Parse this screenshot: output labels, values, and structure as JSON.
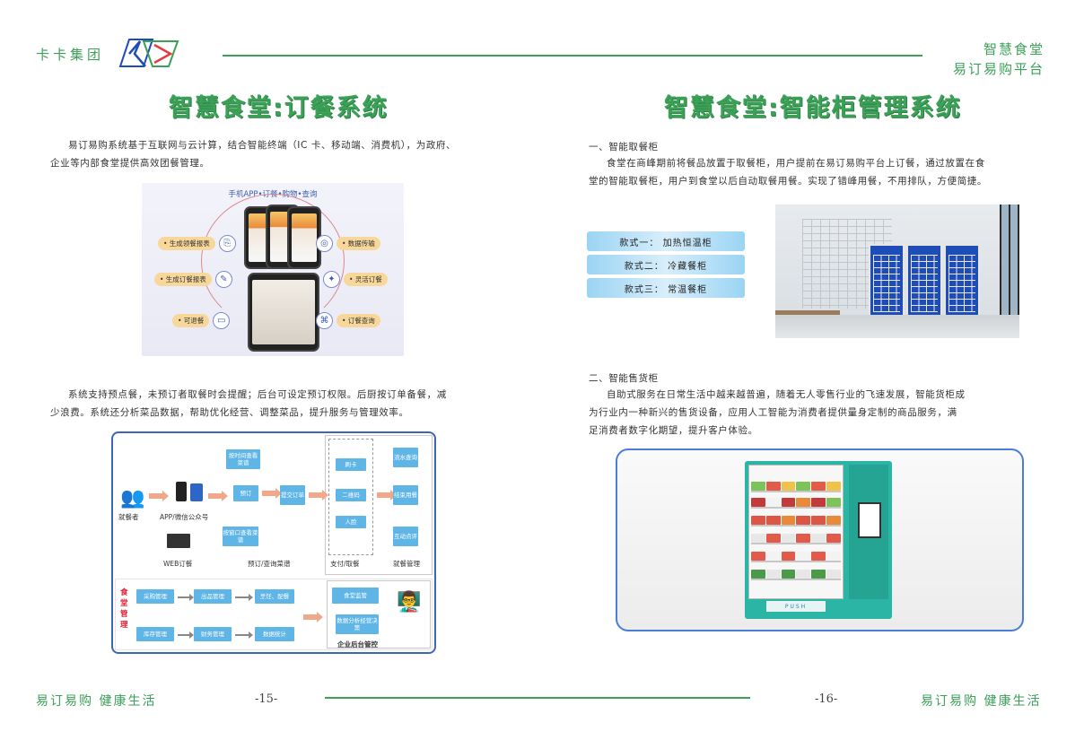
{
  "header": {
    "brand": "卡卡集团",
    "right_line1": "智慧食堂",
    "right_line2": "易订易购平台"
  },
  "left_page": {
    "title": "智慧食堂:订餐系统",
    "intro_line1": "易订易购系统基于互联网与云计算，结合智能终端（IC 卡、移动端、消费机），为政府、",
    "intro_line2": "企业等内部食堂提供高效团餐管理。",
    "illustration": {
      "caption": "手机APP•订餐•购物•查询",
      "features_left": [
        "• 生成领餐报表",
        "• 生成订餐报表",
        "• 可退餐"
      ],
      "features_right": [
        "• 数据传输",
        "• 灵活订餐",
        "• 订餐查询"
      ]
    },
    "para2_line1": "系统支持预点餐，未预订者取餐时会提醒；后台可设定预订权限。后厨按订单备餐，减",
    "para2_line2": "少浪费。系统还分析菜品数据，帮助优化经营、调整菜品，提升服务与管理效率。",
    "flow": {
      "diner": "就餐者",
      "app": "APP/微信公众号",
      "web": "WEB订餐",
      "box_time_menu": "按时间查看菜谱",
      "box_order": "预订",
      "box_submit": "提交订单",
      "box_window_menu": "按窗口查看菜谱",
      "label_order_query": "预订/查询菜谱",
      "box_card": "刷卡",
      "box_qr": "二维码",
      "box_face": "人脸",
      "label_pay": "支付/取餐",
      "box_flow_query": "流水查询",
      "box_end_meal": "结束用餐",
      "box_review": "互动点评",
      "label_dining": "就餐管理",
      "canteen_mgmt": [
        "食",
        "堂",
        "管",
        "理"
      ],
      "box_purchase": "采购管理",
      "box_outbound": "出品管理",
      "box_cook": "烹饪、配餐",
      "box_inventory": "库存管理",
      "box_finance": "财务管理",
      "box_stats": "数据统计",
      "box_supervise": "食堂监管",
      "box_analysis": "数据分析经营决策",
      "label_backend": "企业后台管控"
    },
    "footer_slogan": "易订易购  健康生活",
    "page_number": "-15-"
  },
  "right_page": {
    "title": "智慧食堂:智能柜管理系统",
    "section1_head": "一、智能取餐柜",
    "section1_line1": "食堂在商峰期前将餐品放置于取餐柜，用户提前在易订易购平台上订餐，通过放置在食",
    "section1_line2": "堂的智能取餐柜，用户到食堂以后自动取餐用餐。实现了错峰用餐，不用排队，方便简捷。",
    "styles": [
      "款式一：  加热恒温柜",
      "款式二：  冷藏餐柜",
      "款式三：  常温餐柜"
    ],
    "section2_head": "二、智能售货柜",
    "section2_line1": "自助式服务在日常生活中越来越普遍，随着无人零售行业的飞速发展，智能货柜成",
    "section2_line2": "为行业内一种新兴的售货设备，应用人工智能为消费者提供量身定制的商品服务，满",
    "section2_line3": "足消费者数字化期望，提升客户体验。",
    "machine_push": "PUSH",
    "footer_slogan": "易订易购  健康生活",
    "page_number": "-16-"
  },
  "colors": {
    "brand_green": "#3aa157",
    "diagram_blue": "#5eb5e6",
    "frame_blue": "#3d66b8"
  }
}
